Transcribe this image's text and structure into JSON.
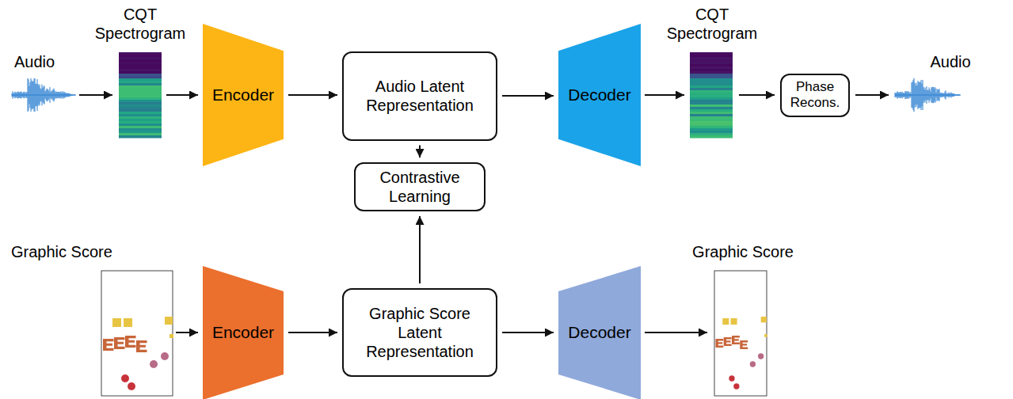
{
  "diagram": {
    "nodes": [
      {
        "text": [
          "Encoder"
        ]
      },
      {
        "text": [
          "Audio Latent Representation"
        ]
      },
      {
        "text": [
          "Decoder"
        ]
      },
      {
        "text": [
          "Phase Recons."
        ]
      },
      {
        "text": [
          "Contrastive Learning"
        ]
      },
      {
        "text": [
          "Encoder"
        ]
      },
      {
        "text": [
          "Graphic Score Latent Representation"
        ]
      },
      {
        "text": [
          "Decoder"
        ]
      }
    ],
    "edges": [
      {
        "from": 0,
        "to": 1,
        "arrow": "to"
      },
      {
        "from": 1,
        "to": 2,
        "arrow": "to"
      },
      {
        "from": 1,
        "to": 4,
        "arrow": "to"
      },
      {
        "from": 6,
        "to": 4,
        "arrow": "to"
      },
      {
        "from": 5,
        "to": 6,
        "arrow": "to"
      },
      {
        "from": 6,
        "to": 7,
        "arrow": "to"
      }
    ],
    "labels": [
      "Audio",
      "CQT Spectrogram",
      "CQT Spectrogram",
      "Audio",
      "Graphic Score",
      "Graphic Score"
    ]
  }
}
